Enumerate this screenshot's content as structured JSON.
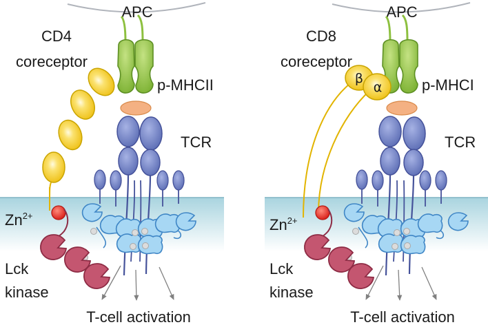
{
  "left_panel": {
    "apc": "APC",
    "coreceptor_name": "CD4",
    "coreceptor_word": "coreceptor",
    "mhc": "p-MHCII",
    "tcr": "TCR",
    "zinc": "Zn",
    "zinc_charge": "2+",
    "lck_line1": "Lck",
    "lck_line2": "kinase",
    "activation": "T-cell activation"
  },
  "right_panel": {
    "apc": "APC",
    "coreceptor_name": "CD8",
    "coreceptor_word": "coreceptor",
    "beta": "β",
    "alpha": "α",
    "mhc": "p-MHCI",
    "tcr": "TCR",
    "zinc": "Zn",
    "zinc_charge": "2+",
    "lck_line1": "Lck",
    "lck_line2": "kinase",
    "activation": "T-cell activation"
  },
  "colors": {
    "membrane_top": "#a9d4df",
    "membrane_bottom": "#ffffff",
    "mhc_fill": "#8dc03f",
    "mhc_stroke": "#5d8f23",
    "peptide": "#f4b183",
    "tcr_fill": "#6e7fc0",
    "tcr_stroke": "#45529a",
    "cd3_fill": "#9ed3f2",
    "cd3_stroke": "#3f86c6",
    "coreceptor_fill": "#f7d544",
    "coreceptor_stroke": "#c9a400",
    "lck_fill": "#c45670",
    "lck_stroke": "#8e2c45",
    "zinc_fill": "#e8322b",
    "arrow": "#808080"
  }
}
